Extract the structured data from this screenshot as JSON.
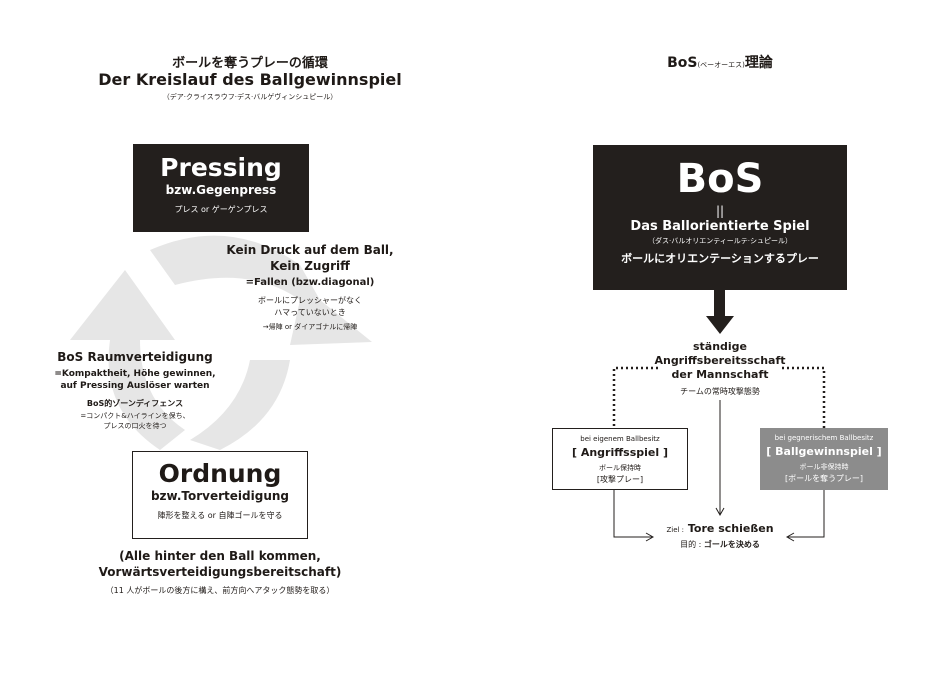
{
  "left": {
    "title_ja": "ボールを奪うプレーの循環",
    "title_de": "Der Kreislauf des Ballgewinnspiel",
    "title_kana": "（デア·クライスラウフ·デス·バルゲヴィンシュピール）",
    "pressing": {
      "title": "Pressing",
      "sub": "bzw.Gegenpress",
      "ja": "プレス or ゲーゲンプレス"
    },
    "fallen": {
      "head1": "Kein Druck auf dem Ball,",
      "head2": "Kein Zugriff",
      "sub": "=Fallen (bzw.diagonal)",
      "ja1": "ボールにプレッシャーがなく",
      "ja2": "ハマっていないとき",
      "ja3": "→帰陣 or ダイアゴナルに帰陣"
    },
    "raum": {
      "head": "BoS Raumverteidigung",
      "sub1": "=Kompaktheit, Höhe gewinnen,",
      "sub2": "auf Pressing Auslöser warten",
      "ja1": "BoS的ゾーンディフェンス",
      "ja2": "=コンパクト&ハイラインを保ち、",
      "ja3": "プレスの口火を待つ"
    },
    "ordnung": {
      "title": "Ordnung",
      "sub": "bzw.Torverteidigung",
      "ja": "陣形を整える or 自陣ゴールを守る"
    },
    "bottom": {
      "line1": "(Alle hinter den Ball kommen,",
      "line2": "Vorwärtsverteidigungsbereitschaft)",
      "ja": "（11 人がボールの後方に構え、前方向へアタック態勢を取る）"
    }
  },
  "right": {
    "title_main": "BoS",
    "title_kana": "(ベーオーエス)",
    "title_suffix": "理論",
    "bos": {
      "title": "BoS",
      "eq": "||",
      "sub": "Das Ballorientierte Spiel",
      "kana": "（ダス·バルオリエンティールテ·シュピール）",
      "ja": "ボールにオリエンテーションするプレー"
    },
    "standing": {
      "line1": "ständige",
      "line2": "Angriffsbereitsschaft",
      "line3": "der Mannschaft",
      "ja": "チームの常時攻撃態勢"
    },
    "attack": {
      "small": "bei eigenem Ballbesitz",
      "head": "[ Angriffsspiel ]",
      "ja1": "ボール保持時",
      "ja2": "[攻撃プレー]"
    },
    "defend": {
      "small": "bei gegnerischem Ballbesitz",
      "head": "[ Ballgewinnspiel ]",
      "ja1": "ボール非保持時",
      "ja2": "[ボールを奪うプレー]"
    },
    "goal": {
      "prefix": "Ziel :",
      "text": "Tore schießen",
      "ja_prefix": "目的 :",
      "ja_text": "ゴールを決める"
    }
  },
  "colors": {
    "dark": "#231f1d",
    "grey_box": "#8c8c8c",
    "cycle_arrow": "#e6e6e6"
  }
}
